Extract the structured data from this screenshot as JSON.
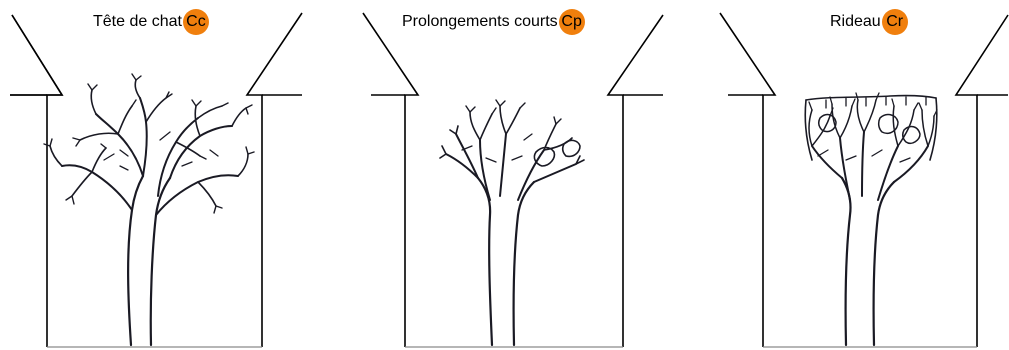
{
  "panels": [
    {
      "label": "Tête de chat",
      "code": "Cc"
    },
    {
      "label": "Prolongements courts",
      "code": "Cp"
    },
    {
      "label": "Rideau",
      "code": "Cr"
    }
  ],
  "colors": {
    "badge_fill": "#f07f0d",
    "badge_text": "#000000",
    "line": "#000000",
    "ink": "#1a1a24",
    "ground": "#8a8a8a"
  }
}
